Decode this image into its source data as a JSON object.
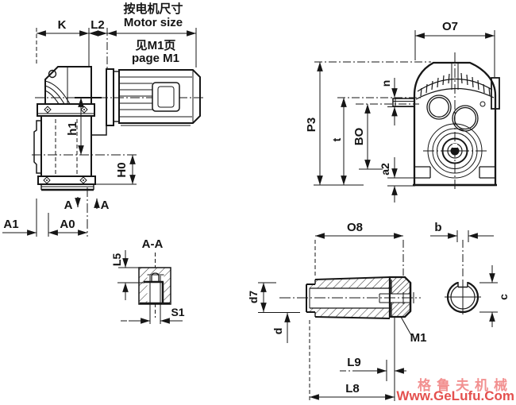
{
  "drawing": {
    "notes": {
      "motor_size_cn": "按电机尺寸",
      "motor_size_en": "Motor size",
      "see_page_cn": "见M1页",
      "see_page_en": "page M1"
    },
    "side_view": {
      "dims": {
        "K": "K",
        "L2": "L2",
        "h1": "h1",
        "H0": "H0",
        "A1": "A1",
        "A0": "A0"
      },
      "section_mark": "A"
    },
    "front_view": {
      "dims": {
        "O7": "O7",
        "n": "n",
        "P3": "P3",
        "t": "t",
        "BO": "BO",
        "a2": "a2"
      }
    },
    "section_view": {
      "title": "A-A",
      "dims": {
        "L5": "L5",
        "S1": "S1"
      }
    },
    "shaft_view": {
      "dims": {
        "O8": "O8",
        "d7": "d7",
        "d": "d",
        "L9": "L9",
        "L8": "L8",
        "thread": "M1"
      }
    },
    "end_view": {
      "dims": {
        "b": "b",
        "c": "c"
      }
    },
    "watermark": {
      "line1": "格鲁夫机械",
      "line2": "Www.GeLufu.Com",
      "color_line1": "#f29090",
      "color_line2": "#e4504e"
    },
    "line_color": "#161616",
    "background": "#ffffff"
  }
}
